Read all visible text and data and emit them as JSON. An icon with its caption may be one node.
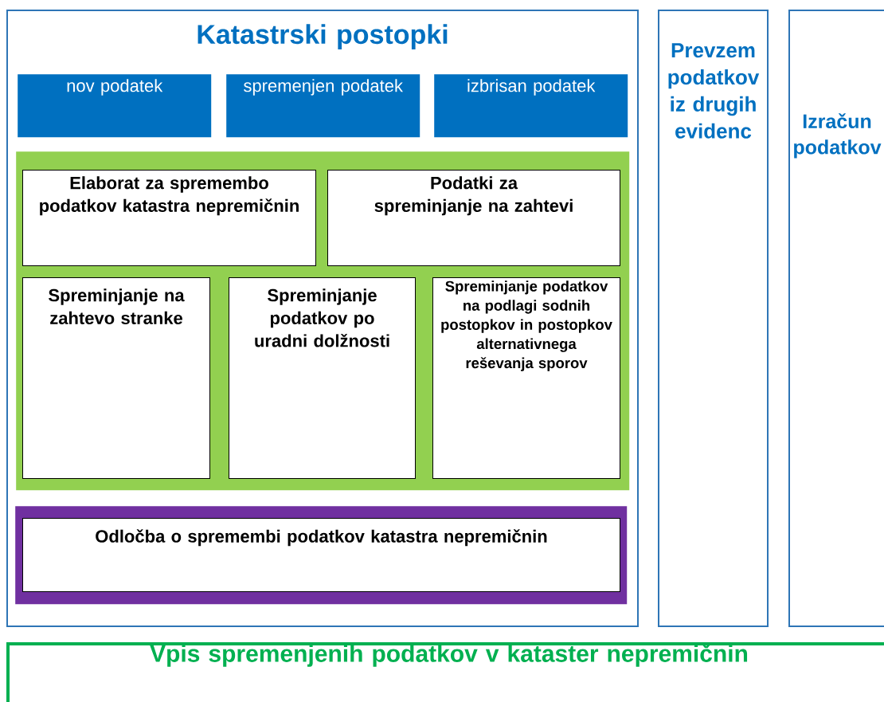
{
  "diagram": {
    "nodes": [
      {
        "text": [
          "Katastrski postopki"
        ]
      },
      {
        "text": [
          "nov podatek"
        ],
        "in": 0
      },
      {
        "text": [
          "spremenjen podatek"
        ],
        "in": 0
      },
      {
        "text": [
          "izbrisan podatek"
        ],
        "in": 0
      },
      {
        "text": [],
        "shape": "box",
        "in": 0
      },
      {
        "text": [
          "Elaborat za spremembo podatkov katastra nepremičnin"
        ],
        "in": 4
      },
      {
        "text": [
          "Podatki za spreminjanje na zahtevi"
        ],
        "in": 4
      },
      {
        "text": [
          "Spreminjanje na zahtevo stranke"
        ],
        "in": 4
      },
      {
        "text": [
          "Spreminjanje podatkov po uradni dolžnosti"
        ],
        "in": 4
      },
      {
        "text": [
          "Spreminjanje podatkov na podlagi sodnih postopkov in postopkov alternativnega reševanja sporov"
        ],
        "in": 4
      },
      {
        "text": [],
        "shape": "box",
        "in": 0
      },
      {
        "text": [
          "Odločba o spremembi podatkov katastra nepremičnin"
        ],
        "in": 10
      },
      {
        "text": [
          "Prevzem podatkov iz drugih evidenc"
        ]
      },
      {
        "text": [
          "Izračun podatkov"
        ]
      },
      {
        "text": [
          "Vpis spremenjenih podatkov v kataster nepremičnin"
        ]
      }
    ]
  }
}
